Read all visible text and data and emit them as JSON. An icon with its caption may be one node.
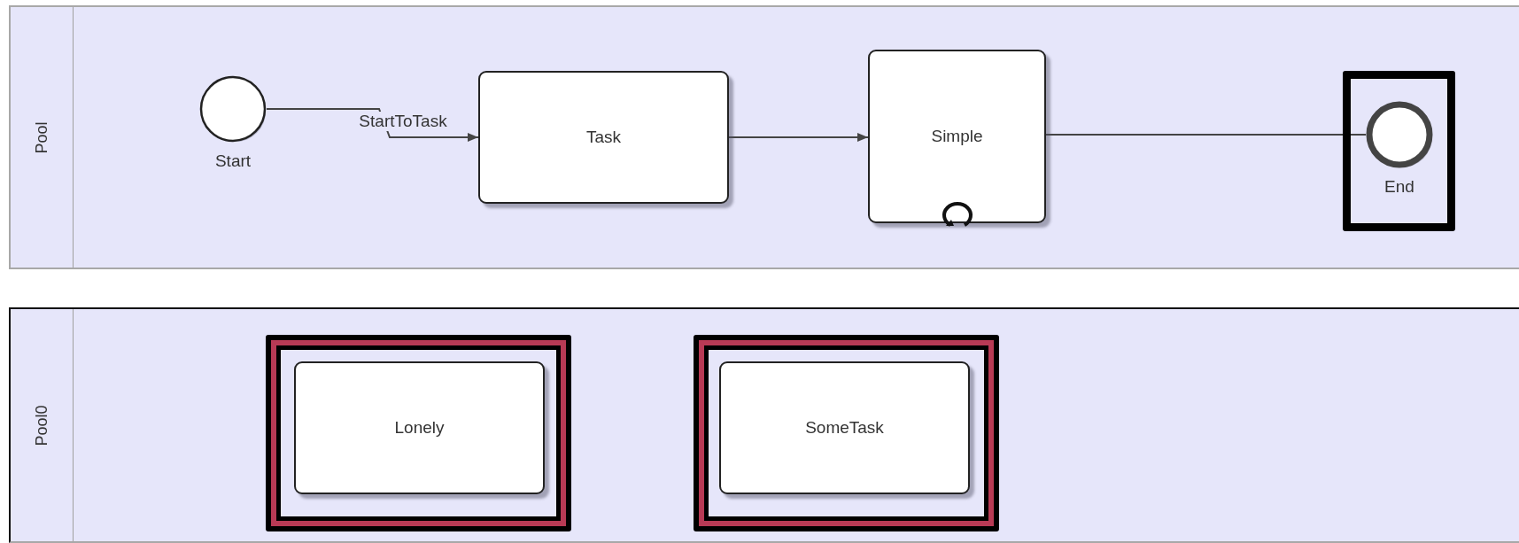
{
  "diagram": {
    "nodes": [
      {
        "text": [
          "Pool"
        ]
      },
      {
        "text": [
          "Start"
        ],
        "in": 0
      },
      {
        "text": [
          "Task"
        ],
        "in": 0
      },
      {
        "text": [
          "Simple"
        ],
        "in": 0
      },
      {
        "text": [
          "End"
        ],
        "in": 0
      },
      {
        "text": [
          "Pool0"
        ]
      },
      {
        "text": [
          "Lonely"
        ],
        "in": 5
      },
      {
        "text": [
          "SomeTask"
        ],
        "in": 5
      }
    ],
    "edges": [
      {
        "from": 1,
        "to": 2,
        "arrow": "to",
        "label": "StartToTask"
      },
      {
        "from": 2,
        "to": 3,
        "arrow": "to"
      },
      {
        "from": 3,
        "to": 4,
        "arrow": "none"
      }
    ]
  }
}
